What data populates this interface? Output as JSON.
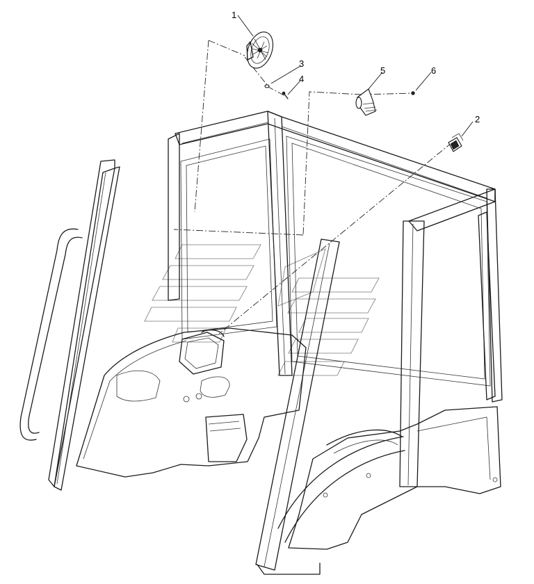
{
  "diagram": {
    "callouts": [
      {
        "id": "1",
        "label": "1",
        "part": "cab-fan"
      },
      {
        "id": "2",
        "label": "2",
        "part": "switch"
      },
      {
        "id": "3",
        "label": "3",
        "part": "washer"
      },
      {
        "id": "4",
        "label": "4",
        "part": "screw"
      },
      {
        "id": "5",
        "label": "5",
        "part": "fan-bracket"
      },
      {
        "id": "6",
        "label": "6",
        "part": "screw"
      }
    ],
    "colors": {
      "line": "#1a1a1a",
      "watermark": "#9a9a9a",
      "background": "#ffffff"
    }
  }
}
